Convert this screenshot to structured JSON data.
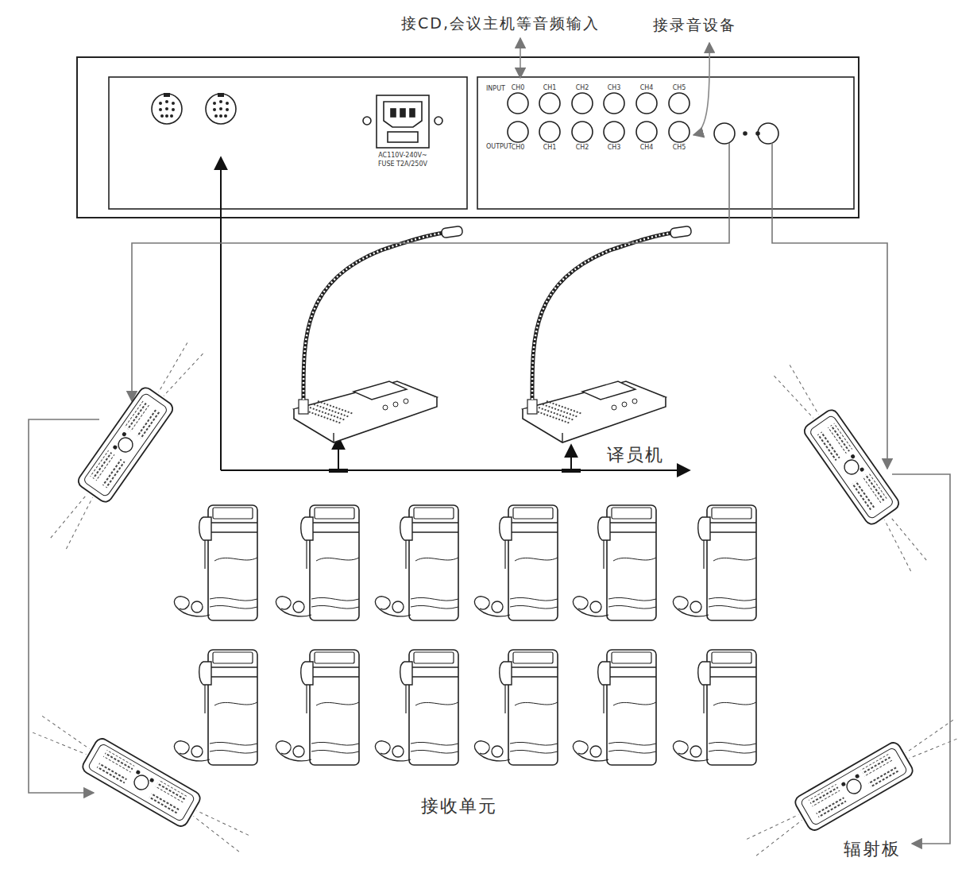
{
  "diagram": {
    "labels": [
      "接CD,会议主机等音频输入",
      "接录音设备",
      "INPUT",
      "CH0",
      "CH1",
      "CH2",
      "CH3",
      "CH4",
      "CH5",
      "OUTPUT",
      "CH0",
      "CH1",
      "CH2",
      "CH3",
      "CH4",
      "CH5",
      "AC110V-240V~",
      "FUSE T2A/250V",
      "译员机",
      "接收单元",
      "辐射板"
    ]
  }
}
